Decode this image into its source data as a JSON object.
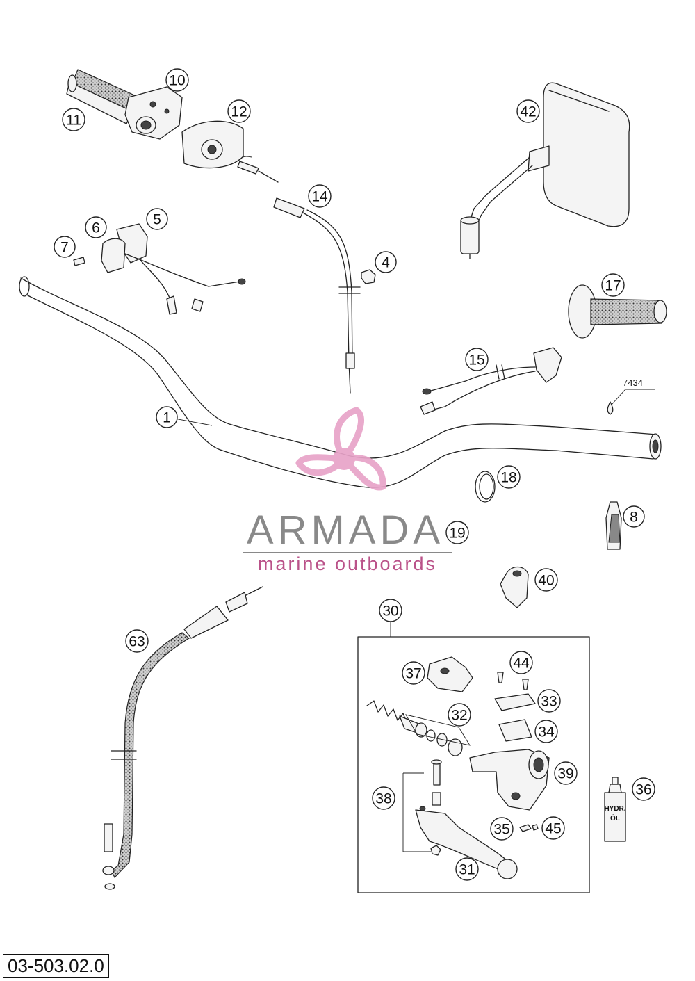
{
  "diagram": {
    "callouts": [
      "1",
      "4",
      "5",
      "6",
      "7",
      "8",
      "10",
      "11",
      "12",
      "14",
      "15",
      "17",
      "18",
      "19",
      "30",
      "31",
      "32",
      "33",
      "34",
      "35",
      "36",
      "37",
      "38",
      "39",
      "40",
      "42",
      "44",
      "45",
      "63"
    ],
    "code_label": "7434",
    "bottle_text_line1": "HYDR.",
    "bottle_text_line2": "ÖL"
  },
  "watermark": {
    "brand": "ARMADA",
    "tagline": "marine outboards",
    "colors": {
      "propeller": "#e8a3c8",
      "brand_text": "#7f7f7f",
      "tagline_text": "#b5447f"
    }
  },
  "footer": {
    "document_number": "03-503.02.0"
  }
}
